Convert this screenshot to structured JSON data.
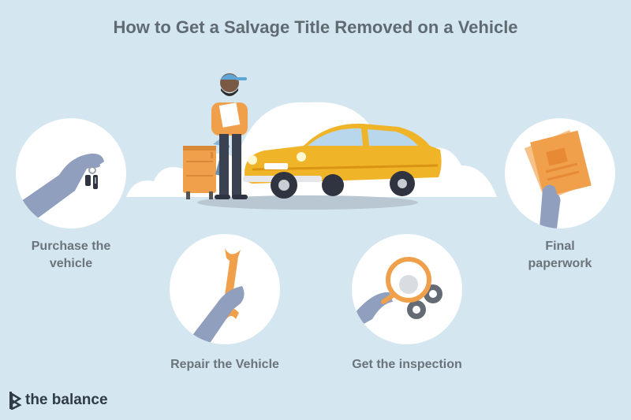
{
  "title": "How to Get a Salvage Title Removed on a Vehicle",
  "steps": [
    {
      "label_line1": "Purchase the",
      "label_line2": "vehicle",
      "icon": "hand-holding-keys-icon"
    },
    {
      "label_line1": "Repair the Vehicle",
      "label_line2": "",
      "icon": "hand-holding-wrench-icon"
    },
    {
      "label_line1": "Get the inspection",
      "label_line2": "",
      "icon": "magnifier-gears-icon"
    },
    {
      "label_line1": "Final",
      "label_line2": "paperwork",
      "icon": "hand-holding-papers-icon"
    }
  ],
  "brand": {
    "name": "the balance",
    "logo_icon": "the-balance-logo-icon"
  },
  "colors": {
    "background": "#d4e6f0",
    "car": "#f0b429",
    "accent": "#f0a04b",
    "text": "#6b747b",
    "arm": "#8f9fbd"
  }
}
